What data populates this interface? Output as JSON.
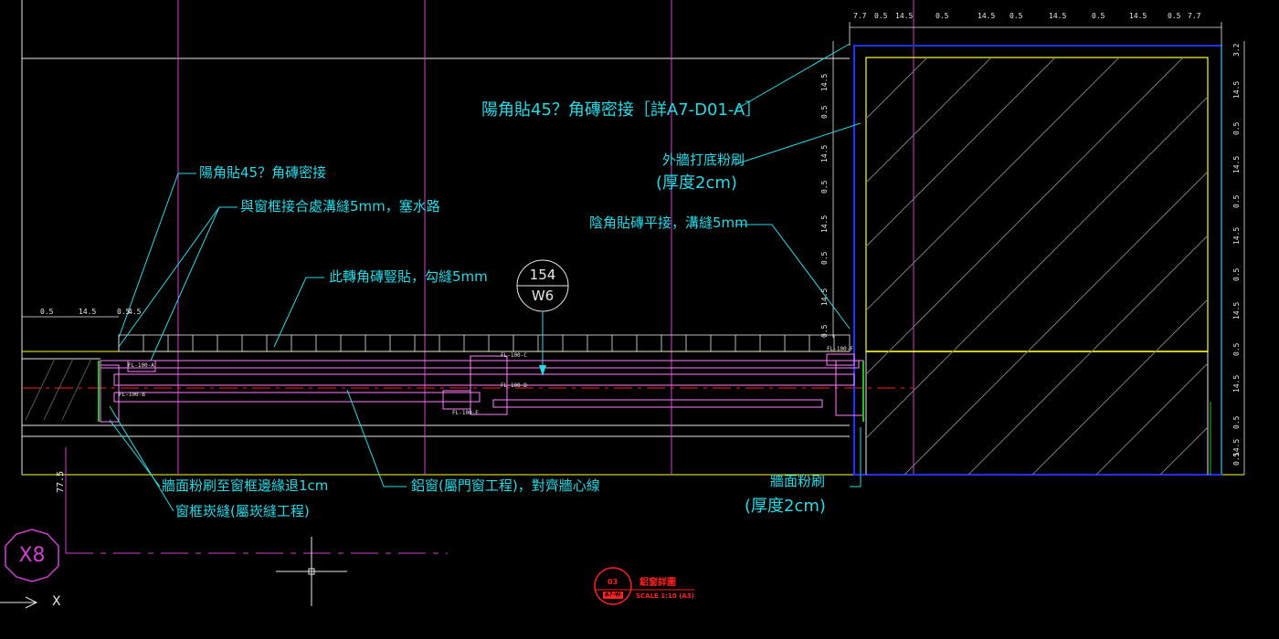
{
  "annotations": {
    "top_right_corner_ref": "陽角貼45？角磚密接［詳A7-D01-A］",
    "exterior_plaster": "外牆打底粉刷",
    "exterior_plaster_thickness": "(厚度2cm)",
    "inner_corner_tile": "陰角貼磚平接，溝縫5mm",
    "left_corner_tile": "陽角貼45？角磚密接",
    "frame_joint_groove": "與窗框接合處溝縫5mm，塞水路",
    "tile_vertical": "此轉角磚豎貼，勾縫5mm",
    "plaster_to_frame": "牆面粉刷至窗框邊緣退1cm",
    "frame_caulk": "窗框崁縫(屬崁縫工程)",
    "aluminum_window": "鋁窗(屬門窗工程)，對齊牆心線",
    "wall_plaster": "牆面粉刷",
    "wall_plaster_thickness": "(厚度2cm)"
  },
  "detail_bubble": {
    "number": "154",
    "ref": "W6"
  },
  "grid_bubble": "X8",
  "dim_77_5": "77.5",
  "axis_x": "X",
  "title_block": {
    "number": "03",
    "sheet": "A7-W",
    "name": "鋁窗詳圖",
    "scale": "SCALE 1:10 (A3)"
  },
  "dims_top": [
    "7.7",
    "0.5",
    "14.5",
    "0.5",
    "14.5",
    "0.5",
    "14.5",
    "0.5",
    "14.5",
    "0.5",
    "7.7"
  ],
  "dims_left": [
    "0.5",
    "14.5",
    "0.5",
    "4.5"
  ],
  "dims_vertical_mid": [
    "14.5",
    "0.5",
    "14.5",
    "0.5",
    "14.5",
    "0.5",
    "14.5",
    "0.5"
  ],
  "dims_vertical_right": [
    "3.2",
    "14.5",
    "0.5",
    "14.5",
    "0.5",
    "14.5",
    "0.5",
    "14.5",
    "0.5",
    "14.5",
    "0.5",
    "14.5",
    "0.5"
  ],
  "frame_tags": [
    "FL-100-A",
    "FL-100-B",
    "FL-100-C",
    "FL-100-D",
    "FL-100-E",
    "FL-100-F"
  ],
  "colors": {
    "cyan": "#2ad9e6",
    "white": "#e8e8e8",
    "yellow": "#ffff33",
    "magenta": "#d040d0",
    "blue": "#2030ff",
    "red": "#ff2020",
    "green": "#20c020",
    "pink": "#ff80ff"
  }
}
